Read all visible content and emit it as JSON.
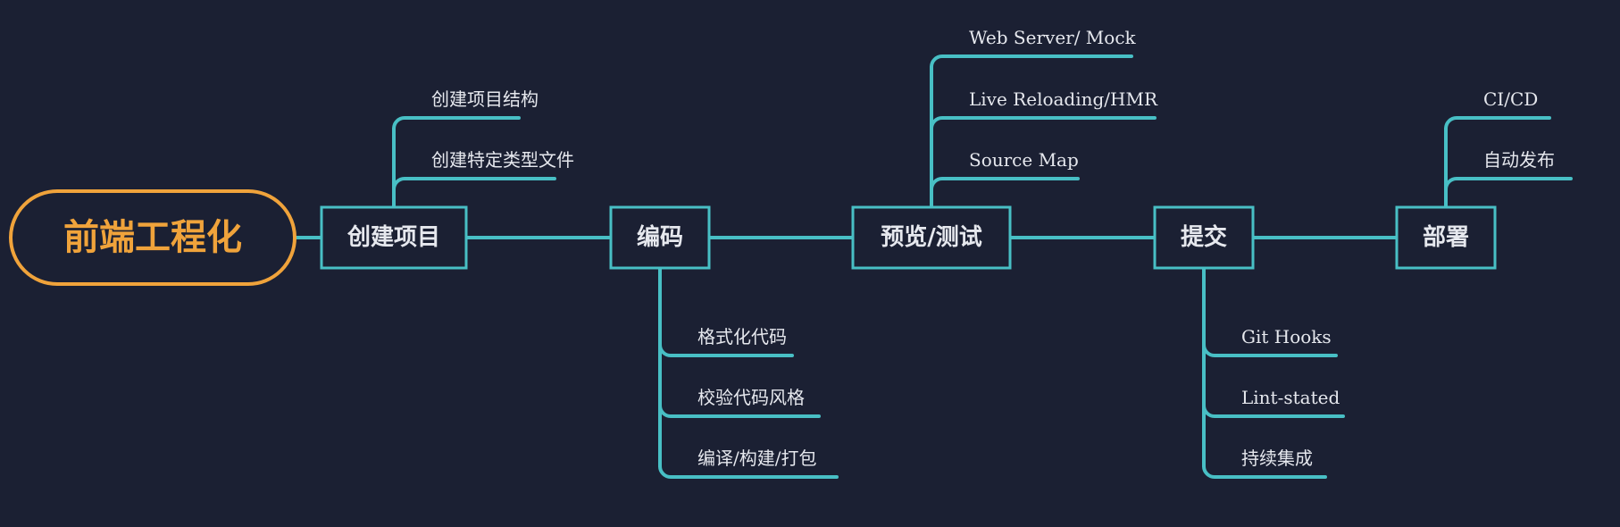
{
  "colors": {
    "background": "#1b2033",
    "accent": "#f0a33b",
    "line": "#48bfc5",
    "text": "#e6e8ee"
  },
  "root": {
    "label": "前端工程化"
  },
  "topics": [
    {
      "label": "创建项目",
      "children": [
        "创建项目结构",
        "创建特定类型文件"
      ]
    },
    {
      "label": "编码",
      "children": [
        "格式化代码",
        "校验代码风格",
        "编译/构建/打包"
      ]
    },
    {
      "label": "预览/测试",
      "children": [
        "Web Server/ Mock",
        "Live Reloading/HMR",
        "Source Map"
      ]
    },
    {
      "label": "提交",
      "children": [
        "Git Hooks",
        "Lint-stated",
        "持续集成"
      ]
    },
    {
      "label": "部署",
      "children": [
        "CI/CD",
        "自动发布"
      ]
    }
  ]
}
